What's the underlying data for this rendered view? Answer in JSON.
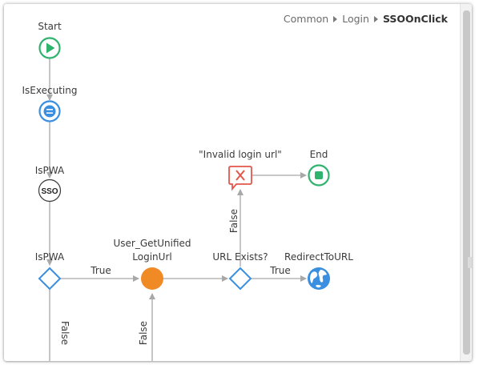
{
  "breadcrumb": {
    "items": [
      "Common",
      "Login",
      "SSOOnClick"
    ]
  },
  "nodes": {
    "start": {
      "label": "Start",
      "icon": "play-icon"
    },
    "is_executing": {
      "label": "IsExecuting",
      "icon": "equals-icon"
    },
    "is_pwa_sso": {
      "label": "IsPWA",
      "icon_text": "SSO"
    },
    "is_pwa_if": {
      "label": "IsPWA",
      "icon": "diamond-icon"
    },
    "get_url": {
      "label_line1": "User_GetUnified",
      "label_line2": "LoginUrl",
      "icon": "orange-circle-icon"
    },
    "url_exists": {
      "label": "URL Exists?",
      "icon": "diamond-icon"
    },
    "redirect": {
      "label": "RedirectToURL",
      "icon": "globe-icon"
    },
    "invalid_msg": {
      "label": "\"Invalid login url\"",
      "icon": "message-error-icon"
    },
    "end": {
      "label": "End",
      "icon": "stop-icon"
    }
  },
  "edges": {
    "true_1": "True",
    "true_2": "True",
    "false_up": "False",
    "false_down_1": "False",
    "false_down_2": "False"
  },
  "colors": {
    "green": "#2fb36f",
    "blue": "#3a8fe0",
    "orange": "#f08a24",
    "red": "#e2574c",
    "connector": "#a8a8a8"
  }
}
